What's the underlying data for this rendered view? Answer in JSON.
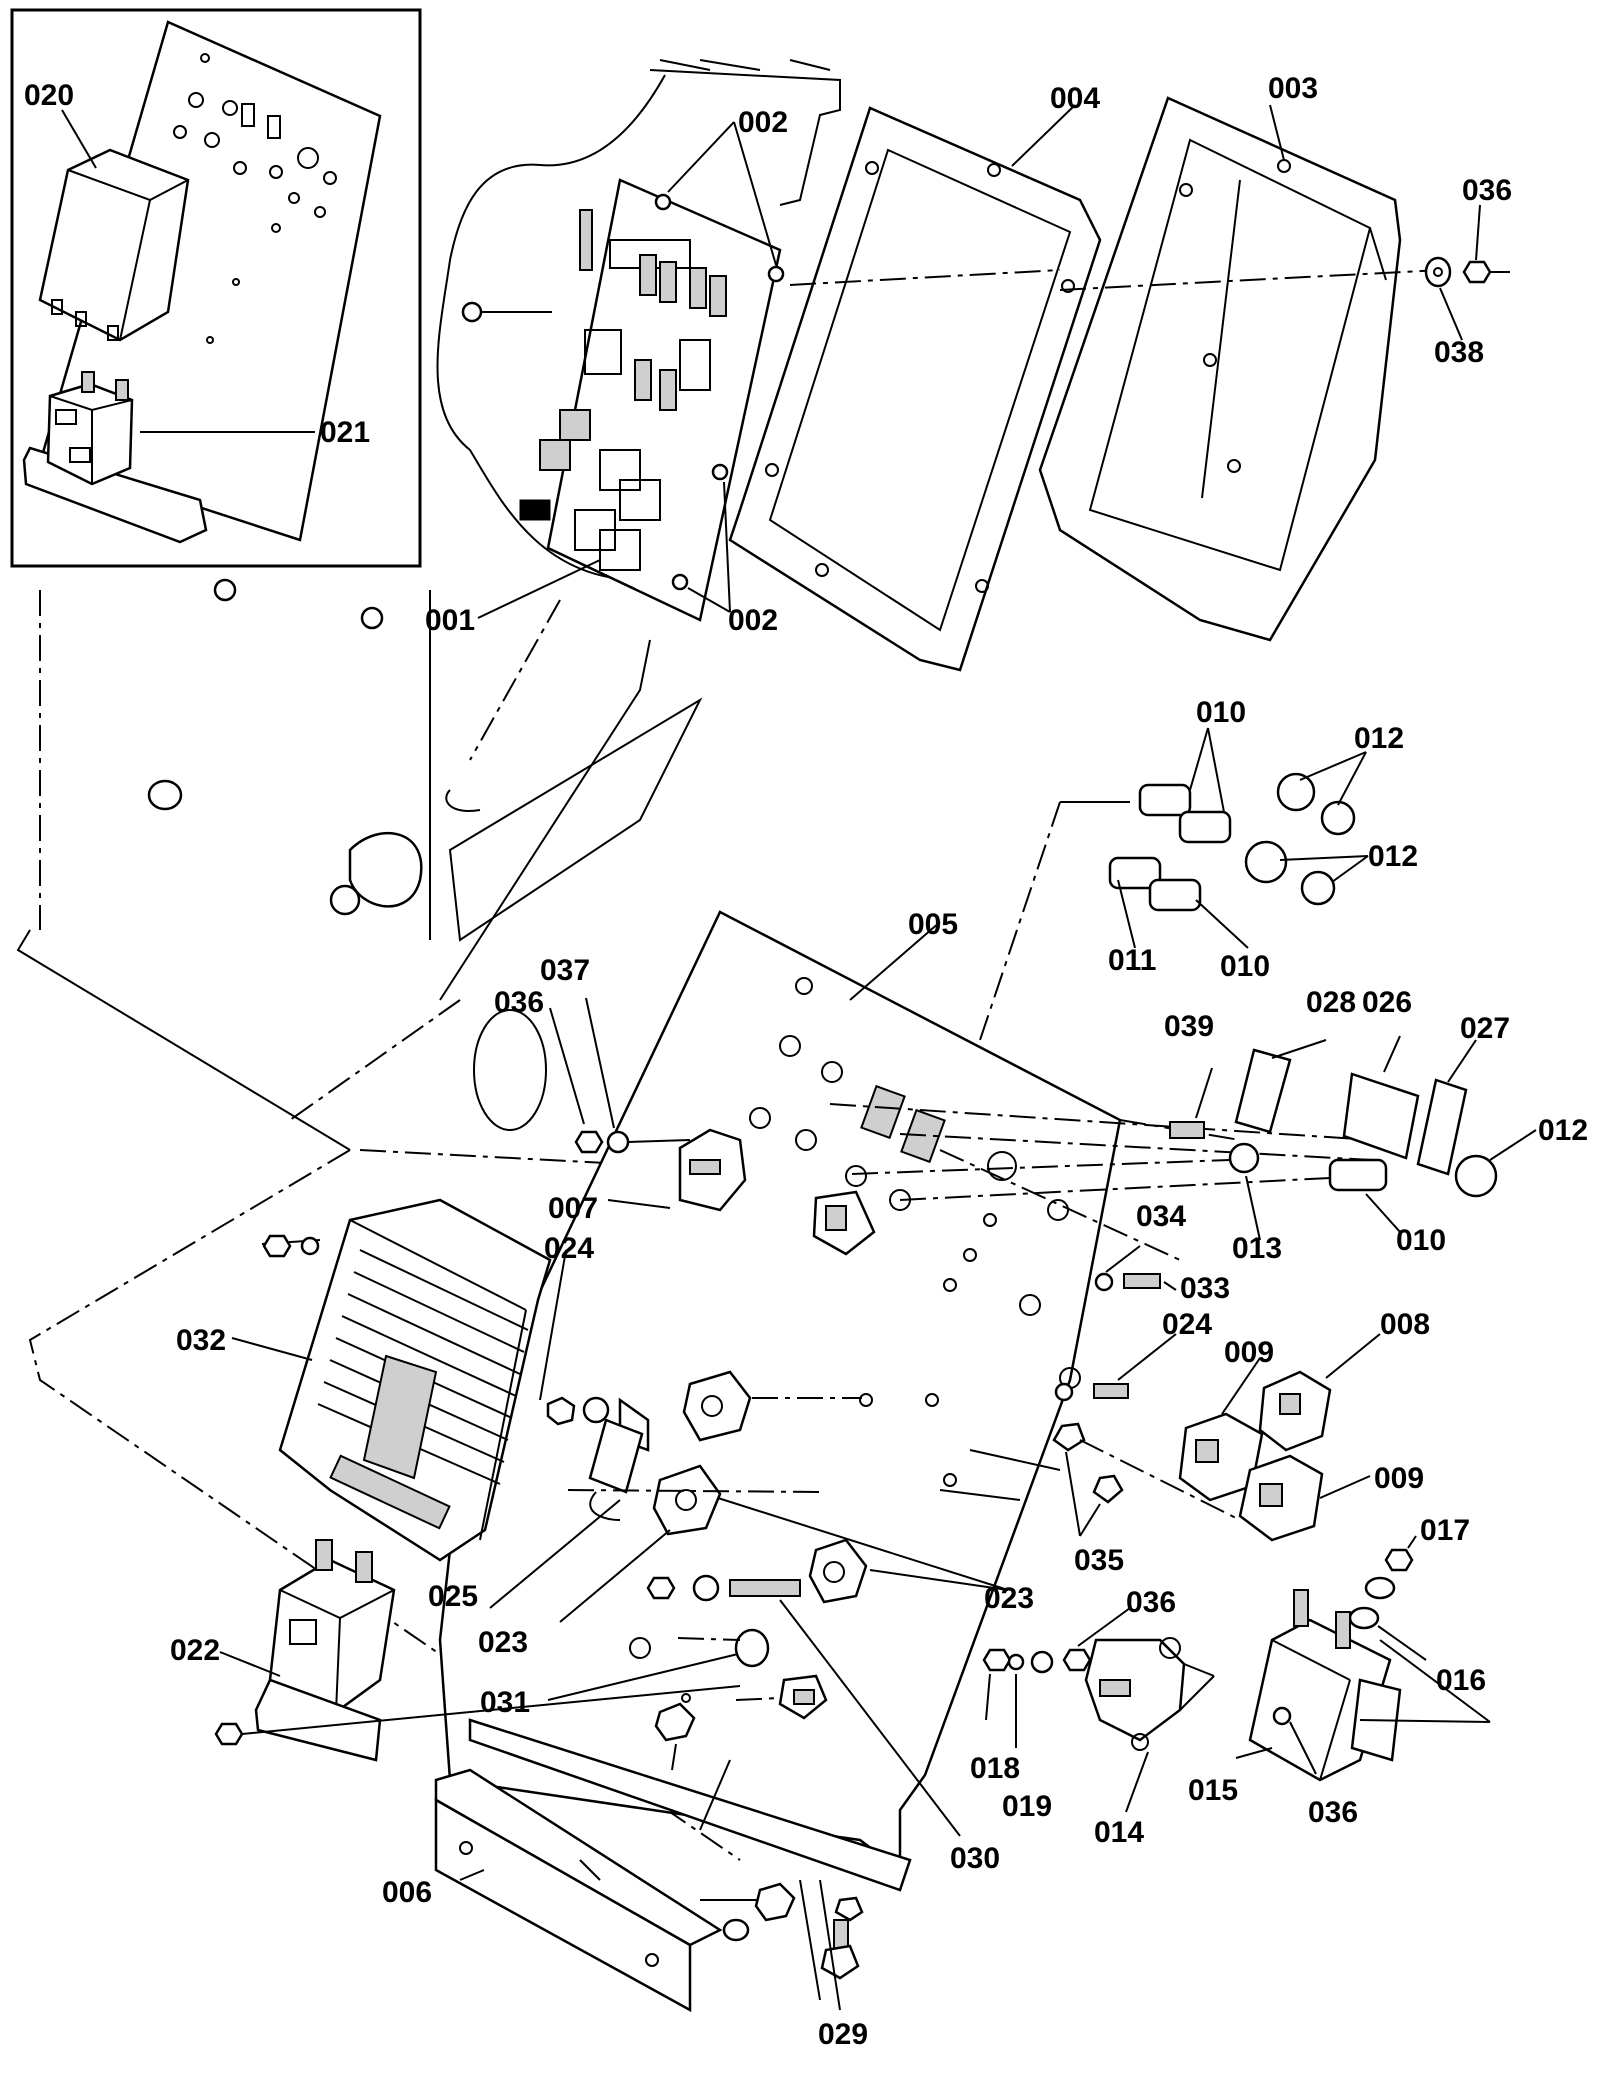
{
  "diagram": {
    "callouts": [
      {
        "id": "020",
        "label": "020"
      },
      {
        "id": "021",
        "label": "021"
      },
      {
        "id": "001",
        "label": "001"
      },
      {
        "id": "002a",
        "label": "002"
      },
      {
        "id": "002b",
        "label": "002"
      },
      {
        "id": "003",
        "label": "003"
      },
      {
        "id": "004",
        "label": "004"
      },
      {
        "id": "036a",
        "label": "036"
      },
      {
        "id": "038",
        "label": "038"
      },
      {
        "id": "010a",
        "label": "010"
      },
      {
        "id": "012a",
        "label": "012"
      },
      {
        "id": "012b",
        "label": "012"
      },
      {
        "id": "011",
        "label": "011"
      },
      {
        "id": "010b",
        "label": "010"
      },
      {
        "id": "005",
        "label": "005"
      },
      {
        "id": "037",
        "label": "037"
      },
      {
        "id": "036b",
        "label": "036"
      },
      {
        "id": "039",
        "label": "039"
      },
      {
        "id": "028",
        "label": "028"
      },
      {
        "id": "026",
        "label": "026"
      },
      {
        "id": "027",
        "label": "027"
      },
      {
        "id": "012c",
        "label": "012"
      },
      {
        "id": "007",
        "label": "007"
      },
      {
        "id": "024a",
        "label": "024"
      },
      {
        "id": "013",
        "label": "013"
      },
      {
        "id": "010c",
        "label": "010"
      },
      {
        "id": "034",
        "label": "034"
      },
      {
        "id": "033",
        "label": "033"
      },
      {
        "id": "032",
        "label": "032"
      },
      {
        "id": "024b",
        "label": "024"
      },
      {
        "id": "008",
        "label": "008"
      },
      {
        "id": "009a",
        "label": "009"
      },
      {
        "id": "009b",
        "label": "009"
      },
      {
        "id": "035",
        "label": "035"
      },
      {
        "id": "017",
        "label": "017"
      },
      {
        "id": "025",
        "label": "025"
      },
      {
        "id": "023a",
        "label": "023"
      },
      {
        "id": "023b",
        "label": "023"
      },
      {
        "id": "036c",
        "label": "036"
      },
      {
        "id": "016",
        "label": "016"
      },
      {
        "id": "022",
        "label": "022"
      },
      {
        "id": "031",
        "label": "031"
      },
      {
        "id": "018",
        "label": "018"
      },
      {
        "id": "019",
        "label": "019"
      },
      {
        "id": "014",
        "label": "014"
      },
      {
        "id": "015",
        "label": "015"
      },
      {
        "id": "036d",
        "label": "036"
      },
      {
        "id": "030",
        "label": "030"
      },
      {
        "id": "006",
        "label": "006"
      },
      {
        "id": "029",
        "label": "029"
      }
    ]
  }
}
